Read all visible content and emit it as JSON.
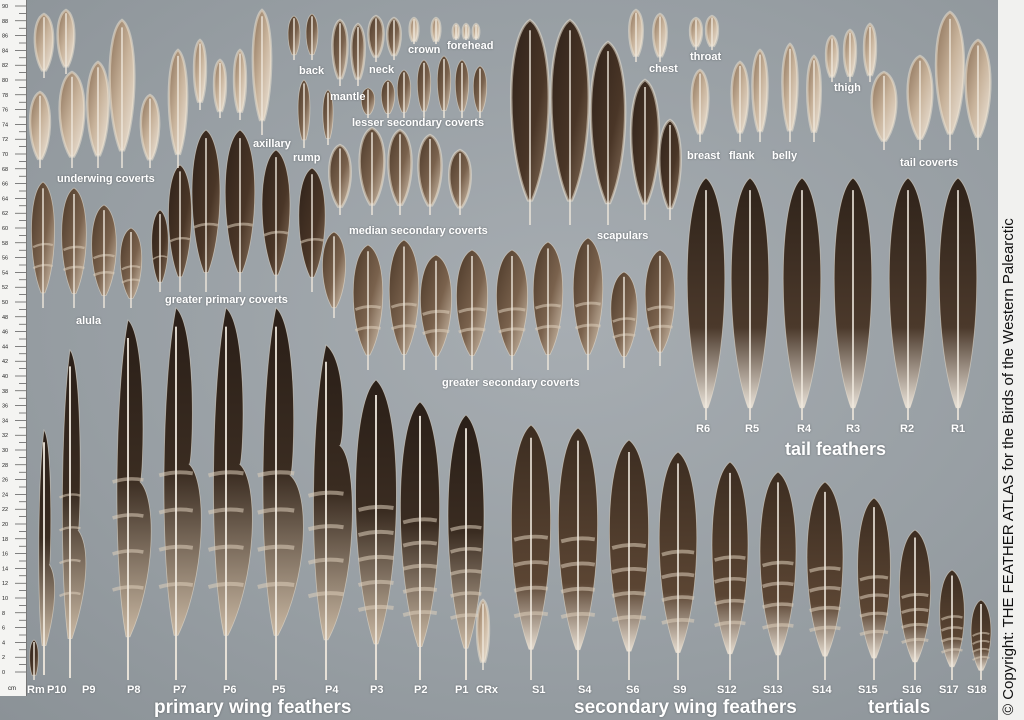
{
  "ruler": {
    "unit": "cm",
    "ticks": [
      "0",
      "2",
      "4",
      "6",
      "8",
      "10",
      "12",
      "14",
      "16",
      "18",
      "20",
      "22",
      "24",
      "26",
      "28",
      "30",
      "32",
      "34",
      "36",
      "38",
      "40",
      "42",
      "44",
      "46",
      "48",
      "50",
      "52",
      "54",
      "56",
      "58",
      "60",
      "62",
      "64",
      "66",
      "68",
      "70",
      "72",
      "74",
      "76",
      "78",
      "80",
      "82",
      "84",
      "86",
      "88",
      "90"
    ]
  },
  "groups": {
    "underwing_coverts": "underwing coverts",
    "axillary": "axillary",
    "back": "back",
    "neck": "neck",
    "crown": "crown",
    "forehead": "forehead",
    "mantle": "mantle",
    "rump": "rump",
    "lesser_secondary_coverts": "lesser secondary coverts",
    "chest": "chest",
    "throat": "throat",
    "thigh": "thigh",
    "breast": "breast",
    "flank": "flank",
    "belly": "belly",
    "tail_coverts": "tail coverts",
    "scapulars": "scapulars",
    "median_secondary_coverts": "median secondary coverts",
    "alula": "alula",
    "greater_primary_coverts": "greater primary coverts",
    "greater_secondary_coverts": "greater secondary coverts",
    "tail_feathers": "tail feathers",
    "primary_wing_feathers": "primary wing feathers",
    "secondary_wing_feathers": "secondary wing feathers",
    "tertials": "tertials"
  },
  "tail_labels": [
    "R6",
    "R5",
    "R4",
    "R3",
    "R2",
    "R1"
  ],
  "primary_labels": [
    "Rm",
    "P10",
    "P9",
    "P8",
    "P7",
    "P6",
    "P5",
    "P4",
    "P3",
    "P2",
    "P1",
    "CRx"
  ],
  "secondary_labels": [
    "S1",
    "S4",
    "S6",
    "S9",
    "S12",
    "S13",
    "S14",
    "S15",
    "S16",
    "S17",
    "S18"
  ],
  "copyright": "© Copyright:  THE FEATHER ATLAS for the Birds of the Western Palearctic",
  "colors": {
    "background": "#9aa1a6",
    "feather_dark": "#3a2a1e",
    "feather_mid": "#6b5443",
    "feather_light": "#cbb9a4",
    "label": "#ffffff"
  }
}
